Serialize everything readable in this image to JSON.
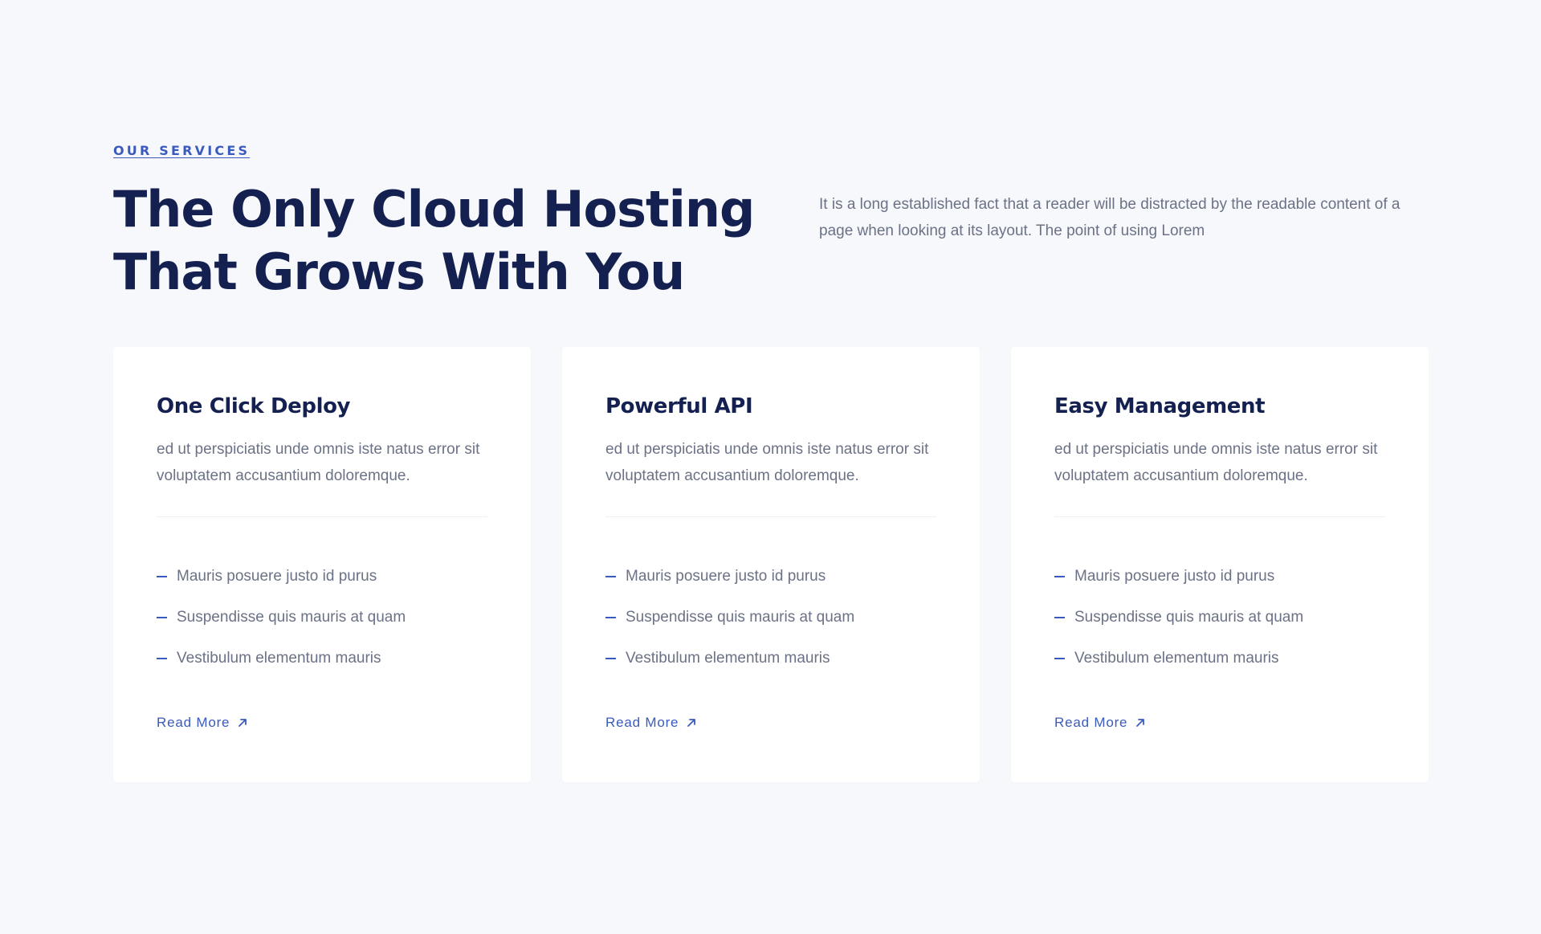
{
  "section": {
    "eyebrow": "OUR SERVICES",
    "headline": "The Only Cloud Hosting That Grows With You",
    "intro": "It is a long established fact that a reader will be distracted by the readable content of a page when looking at its layout. The point of using Lorem"
  },
  "cards": [
    {
      "title": "One Click Deploy",
      "text": "ed ut perspiciatis unde omnis iste natus error sit voluptatem accusantium doloremque.",
      "features": [
        "Mauris posuere justo id purus",
        "Suspendisse quis mauris at quam",
        "Vestibulum elementum mauris"
      ],
      "link": "Read More"
    },
    {
      "title": "Powerful API",
      "text": "ed ut perspiciatis unde omnis iste natus error sit voluptatem accusantium doloremque.",
      "features": [
        "Mauris posuere justo id purus",
        "Suspendisse quis mauris at quam",
        "Vestibulum elementum mauris"
      ],
      "link": "Read More"
    },
    {
      "title": "Easy Management",
      "text": "ed ut perspiciatis unde omnis iste natus error sit voluptatem accusantium doloremque.",
      "features": [
        "Mauris posuere justo id purus",
        "Suspendisse quis mauris at quam",
        "Vestibulum elementum mauris"
      ],
      "link": "Read More"
    }
  ],
  "icons": {
    "list_marker": "dash-icon",
    "link_arrow": "arrow-up-right-icon"
  },
  "colors": {
    "accent": "#3a5bbd",
    "heading": "#142050",
    "body_text": "#6b7286",
    "background": "#f7f8fc",
    "card": "#ffffff"
  }
}
